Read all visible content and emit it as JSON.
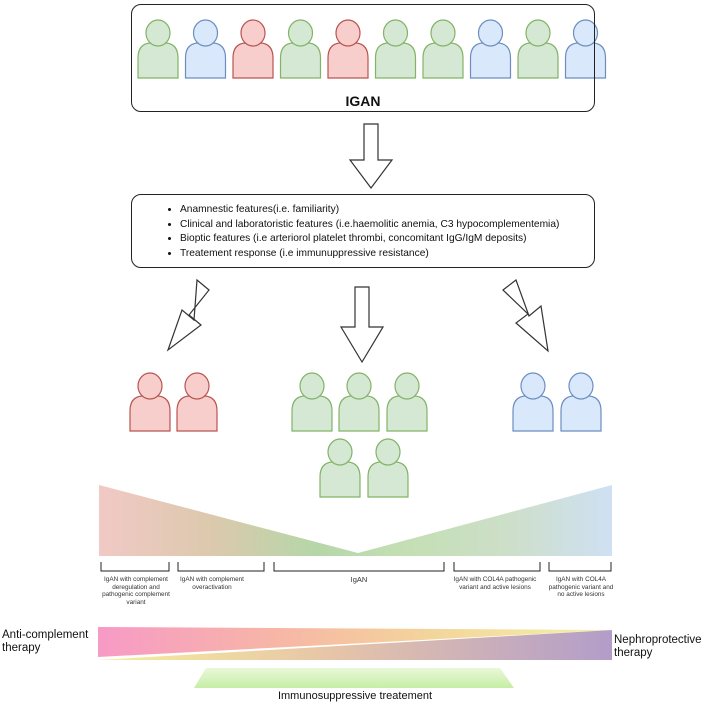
{
  "top_box": {
    "title": "IGAN",
    "people_colors": [
      "green",
      "blue",
      "red",
      "green",
      "red",
      "green",
      "green",
      "blue",
      "green",
      "blue"
    ]
  },
  "features_box": {
    "items": [
      "Anamnestic features(i.e. familiarity)",
      "Clinical and laboratoristic features (i.e.haemolitic anemia, C3 hypocomplementemia)",
      "Bioptic features (i.e arteriorol platelet thrombi, concomitant IgG/IgM deposits)",
      "Treatement response (i.e immunuppressive resistance)"
    ]
  },
  "groups": {
    "left_colors": [
      "red",
      "red"
    ],
    "center_colors": [
      "green",
      "green",
      "green",
      "green",
      "green"
    ],
    "right_colors": [
      "blue",
      "blue"
    ]
  },
  "palette": {
    "green_fill": "#d5e8d4",
    "green_stroke": "#82b366",
    "blue_fill": "#dae8fc",
    "blue_stroke": "#6c8ebf",
    "red_fill": "#f8cecc",
    "red_stroke": "#b85450"
  },
  "categories": [
    "IgAN with complement deregulation and pathogenic complement variant",
    "IgAN with  complement overactivation",
    "IgAN",
    "IgAN with COL4A pathogenic variant and active lesions",
    "IgAN with COL4A pathogenic variant  and no active lesions"
  ],
  "therapy": {
    "left": "Anti-complement therapy",
    "right": "Nephroprotective therapy",
    "bottom": "Immunosuppressive treatement"
  }
}
